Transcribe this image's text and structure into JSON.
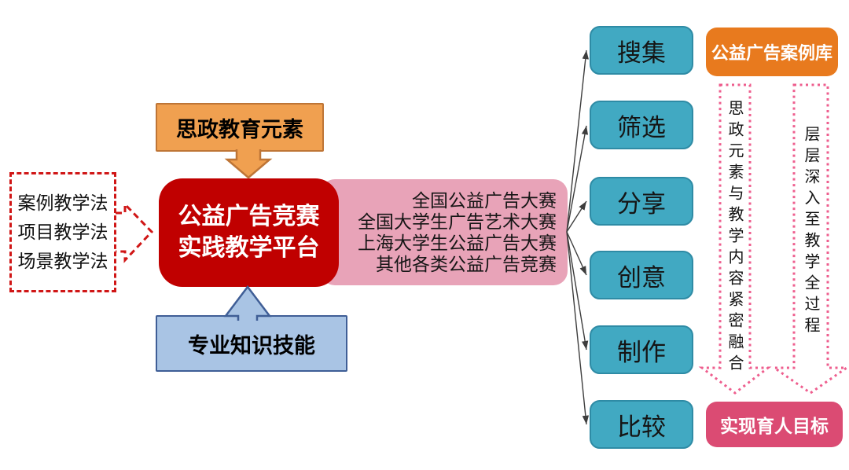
{
  "colors": {
    "red": "#C00000",
    "pink": "#E8A3B8",
    "orange_fill": "#F0A050",
    "orange_border": "#BE7536",
    "orange_solid": "#E87A1E",
    "blue_fill": "#A9C4E4",
    "blue_border": "#3F5E96",
    "teal_fill": "#41A9C2",
    "teal_border": "#2E8BA5",
    "rose": "#DB4B73",
    "dotted_pink": "#EE5E8E",
    "dash_red": "#D01616",
    "connector": "#3D3D3D"
  },
  "methods": {
    "items": [
      "案例教学法",
      "项目教学法",
      "场景教学法"
    ]
  },
  "ideology_box": {
    "label": "思政教育元素"
  },
  "knowledge_box": {
    "label": "专业知识技能"
  },
  "platform_box": {
    "line1": "公益广告竞赛",
    "line2": "实践教学平台"
  },
  "competitions": {
    "items": [
      "全国公益广告大赛",
      "全国大学生广告艺术大赛",
      "上海大学生公益广告大赛",
      "其他各类公益广告竞赛"
    ]
  },
  "process": {
    "steps": [
      "搜集",
      "筛选",
      "分享",
      "创意",
      "制作",
      "比较"
    ]
  },
  "case_library_box": {
    "label": "公益广告案例库"
  },
  "integration_arrow": {
    "label": "思政元素与教学内容紧密融合"
  },
  "deepening_arrow": {
    "label": "层层深入至教学全过程"
  },
  "goal_box": {
    "label": "实现育人目标"
  }
}
